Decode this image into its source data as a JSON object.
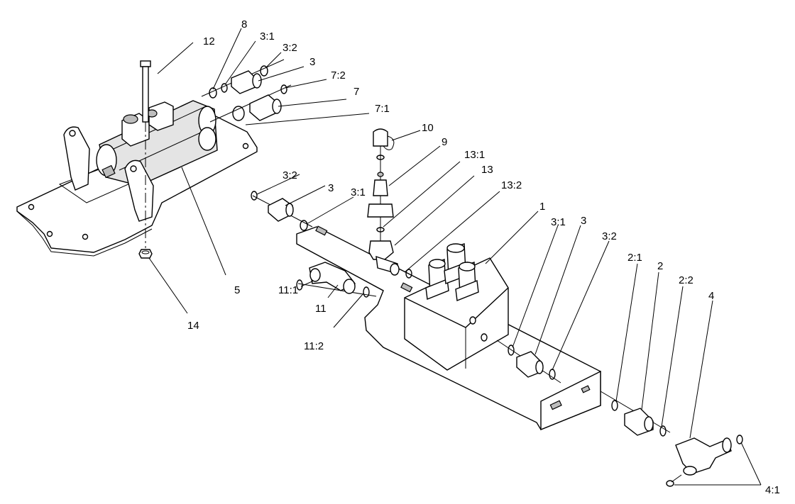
{
  "callouts": {
    "c12": "12",
    "c8": "8",
    "c3_1_top": "3:1",
    "c3_2_top": "3:2",
    "c3_top": "3",
    "c7_2": "7:2",
    "c7": "7",
    "c7_1": "7:1",
    "c10": "10",
    "c9": "9",
    "c13_1": "13:1",
    "c13": "13",
    "c13_2": "13:2",
    "c1": "1",
    "c3_2_left": "3:2",
    "c3_left": "3",
    "c3_1_left": "3:1",
    "c3_1_right": "3:1",
    "c3_right": "3",
    "c3_2_right": "3:2",
    "c2_1": "2:1",
    "c2": "2",
    "c2_2": "2:2",
    "c4": "4",
    "c4_1": "4:1",
    "c5": "5",
    "c14": "14",
    "c11_1": "11:1",
    "c11": "11",
    "c11_2": "11:2"
  }
}
